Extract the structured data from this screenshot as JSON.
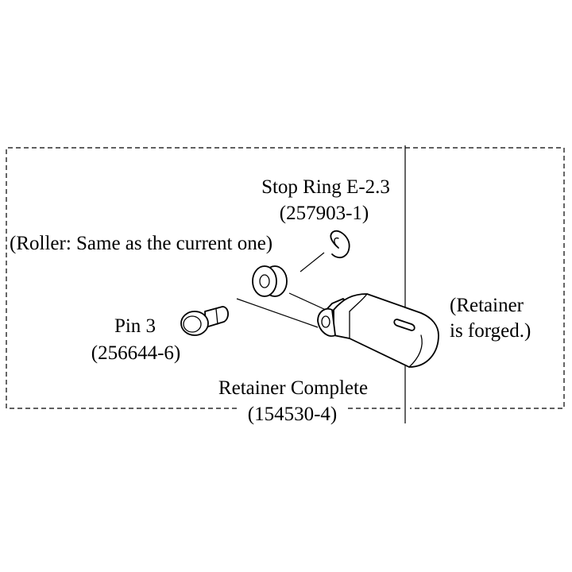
{
  "labels": {
    "stop_ring_name": "Stop Ring E-2.3",
    "stop_ring_part": "(257903-1)",
    "roller_note": "(Roller: Same as the current one)",
    "pin_name": "Pin 3",
    "pin_part": "(256644-6)",
    "retainer_note_line1": "(Retainer",
    "retainer_note_line2": "is forged.)",
    "assembly_name": "Retainer Complete",
    "assembly_part": "(154530-4)"
  }
}
